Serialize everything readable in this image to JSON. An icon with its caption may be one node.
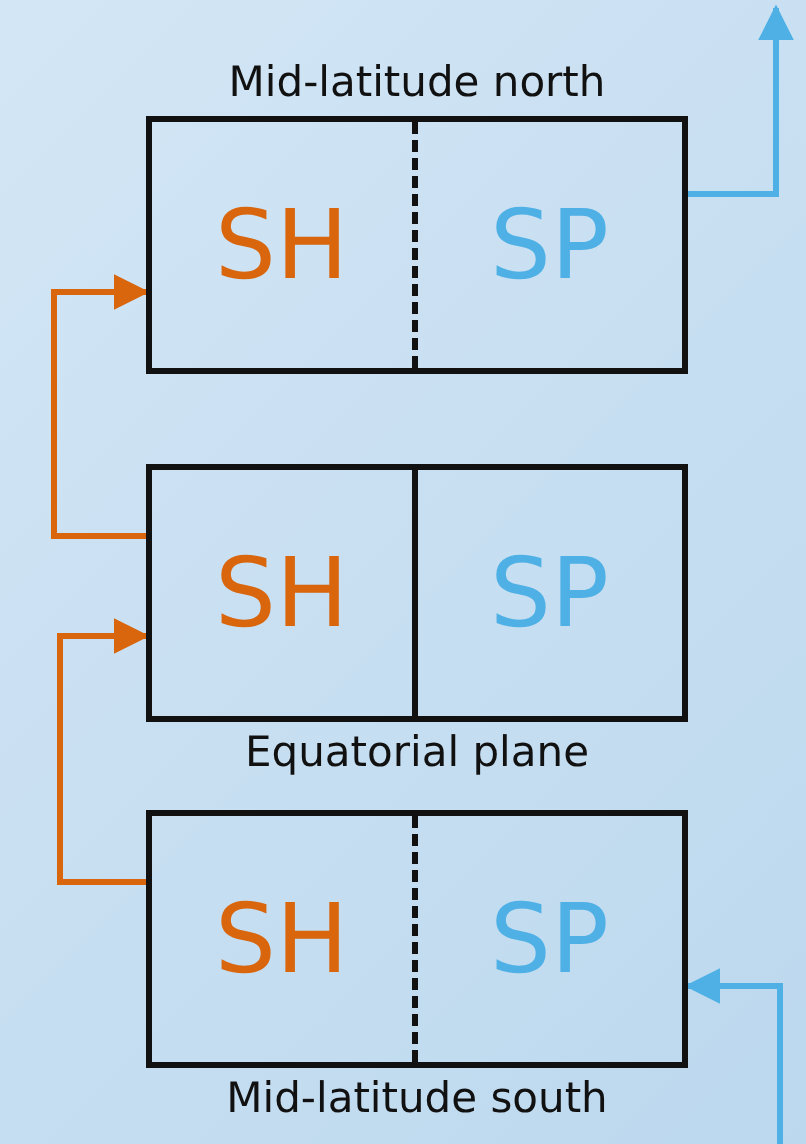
{
  "diagram": {
    "nodes": [
      {
        "text": [
          "Mid-latitude north"
        ]
      },
      {
        "text": [
          "SH"
        ],
        "in": 0
      },
      {
        "text": [
          "SP"
        ],
        "in": 0
      },
      {
        "text": [
          "Equatorial plane"
        ]
      },
      {
        "text": [
          "SH"
        ],
        "in": 3
      },
      {
        "text": [
          "SP"
        ],
        "in": 3
      },
      {
        "text": [
          "Mid-latitude south"
        ]
      },
      {
        "text": [
          "SH"
        ],
        "in": 6
      },
      {
        "text": [
          "SP"
        ],
        "in": 6
      }
    ],
    "edges": [
      {
        "from": 4,
        "to": 1,
        "arrow": "to",
        "color": "#d9650c"
      },
      {
        "from": 7,
        "to": 4,
        "arrow": "to",
        "color": "#d9650c"
      },
      {
        "from": 2,
        "to": null,
        "arrow": "to",
        "color": "#4fb0e6"
      },
      {
        "from": null,
        "to": 8,
        "arrow": "to",
        "color": "#4fb0e6"
      }
    ]
  }
}
